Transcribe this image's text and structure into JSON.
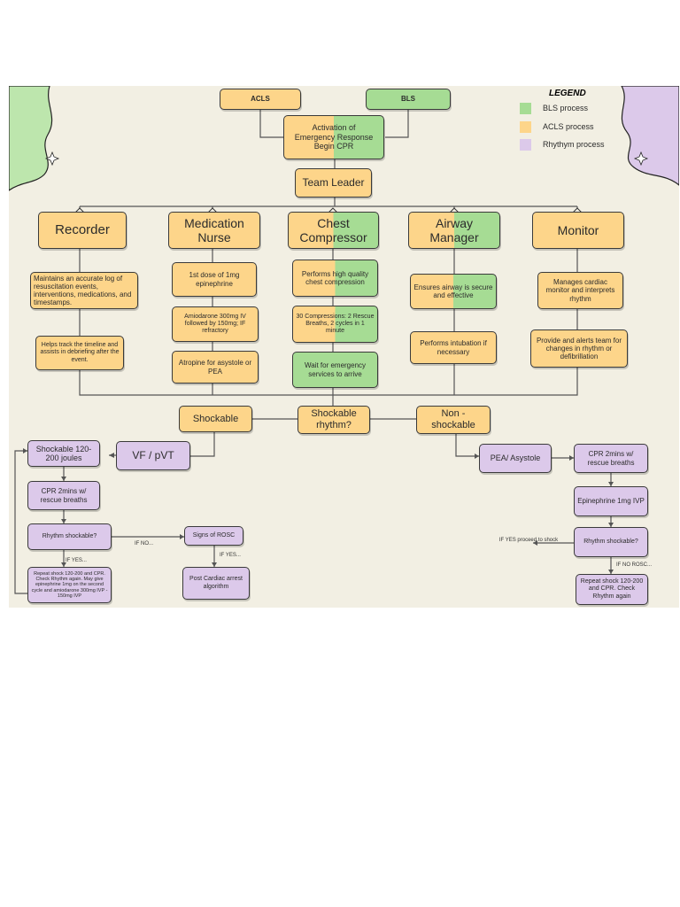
{
  "header": {
    "acls": "ACLS",
    "bls": "BLS"
  },
  "legend": {
    "title": "LEGEND",
    "items": [
      {
        "label": "BLS process",
        "color": "#a6dc94"
      },
      {
        "label": "ACLS process",
        "color": "#fdd58a"
      },
      {
        "label": "Rhythym process",
        "color": "#dcc9ea"
      }
    ]
  },
  "activation": "Activation of Emergency Response Begin CPR",
  "team_leader": "Team Leader",
  "roles": {
    "recorder": "Recorder",
    "medication_nurse": "Medication Nurse",
    "chest_compressor": "Chest Compressor",
    "airway_manager": "Airway Manager",
    "monitor": "Monitor"
  },
  "tasks": {
    "recorder_1": "Maintains an accurate log of resuscitation events, interventions, medications, and timestamps.",
    "recorder_2": "Helps track the timeline and assists in debriefing after the event.",
    "med_1": "1st dose of 1mg epinephrine",
    "med_2": "Amiodarone 300mg IV followed by 150mg; IF refractory",
    "med_3": "Atropine for asystole or PEA",
    "chest_1": "Performs high quality chest compression",
    "chest_2": "30 Compressions: 2 Rescue Breaths, 2 cycles in 1 minute",
    "chest_3": "Wait for emergency services to arrive",
    "airway_1": "Ensures airway is secure and effective",
    "airway_2": "Performs intubation if necessary",
    "monitor_1": "Manages cardiac monitor and interprets rhythm",
    "monitor_2": "Provide and alerts team for changes in rhythm or defibrillation"
  },
  "rhythm": {
    "shockable": "Shockable",
    "question": "Shockable rhythm?",
    "non_shockable": "Non - shockable",
    "vf_pvt": "VF / pVT",
    "shock_joules": "Shockable 120-200 joules",
    "cpr_left": "CPR 2mins w/ rescue breaths",
    "rhythm_shockable_left": "Rhythm shockable?",
    "if_no_left": "IF NO...",
    "signs_rosc": "Signs of ROSC",
    "if_yes_right_of_rosc": "IF YES...",
    "post_cardiac": "Post Cardiac arrest algorithm",
    "if_yes_left": "IF YES...",
    "repeat_left": "Repeat shock 120-200 and CPR. Check Rhythm again. May give epinephrine 1mg on the second cycle and amiodarone 300mg IVP - 150mg IVP",
    "pea_asystole": "PEA/ Asystole",
    "cpr_right": "CPR 2mins w/ rescue breaths",
    "epi_right": "Epinephrine 1mg IVP",
    "rhythm_shockable_right": "Rhythm shockable?",
    "if_yes_proceed": "IF YES proceed to shock",
    "if_no_rosc": "IF NO ROSC...",
    "repeat_right": "Repeat shock 120-200 and CPR. Check Rhythm again"
  }
}
